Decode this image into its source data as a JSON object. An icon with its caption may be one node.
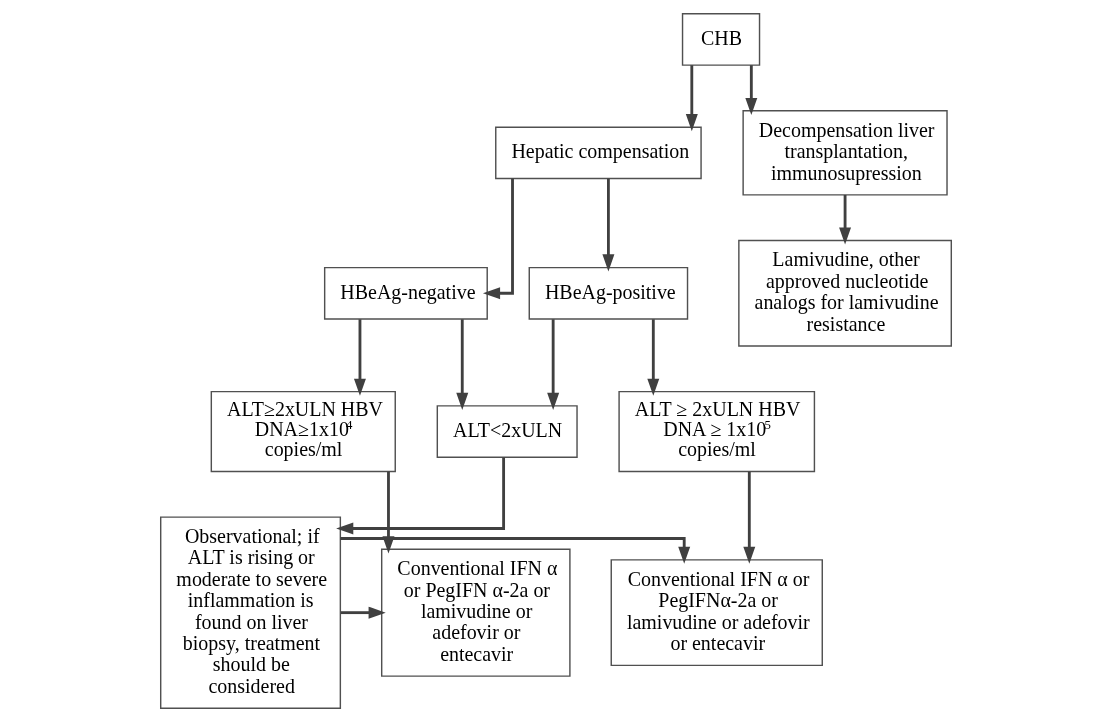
{
  "diagram": {
    "nodes": [
      {
        "text": [
          "CHB"
        ]
      },
      {
        "text": [
          "Hepatic compensation"
        ]
      },
      {
        "text": [
          "Decompensation liver transplantation, immunosupression"
        ]
      },
      {
        "text": [
          "Lamivudine, other approved nucleotide analogs for lamivudine resistance"
        ]
      },
      {
        "text": [
          "HBeAg-positive"
        ]
      },
      {
        "text": [
          "HBeAg-negative"
        ]
      },
      {
        "text": [
          "ALT<2xULN"
        ]
      },
      {
        "text": [
          "ALT ≥ 2xULN HBV DNA ≥ 1x10$^{5}$ copies/ml"
        ]
      },
      {
        "text": [
          "ALT≥2xULN HBV DNA≥1x10$^{4}$ copies/ml"
        ]
      },
      {
        "text": [
          "Conventional IFN α or PegIFNα-2a or lamivudine or adefovir or entecavir"
        ]
      },
      {
        "text": [
          "Observational; if ALT is rising or moderate to severe inflammation is found on liver biopsy, treatment should be considered"
        ]
      },
      {
        "text": [
          "Conventional IFN α or PegIFN α-2a or lamivudine or adefovir or entecavir"
        ]
      }
    ],
    "edges": [
      {
        "from": 0,
        "to": 1,
        "arrow": "to"
      },
      {
        "from": 0,
        "to": 2,
        "arrow": "to"
      },
      {
        "from": 2,
        "to": 3,
        "arrow": "to"
      },
      {
        "from": 1,
        "to": 4,
        "arrow": "to"
      },
      {
        "from": 1,
        "to": 5,
        "arrow": "to"
      },
      {
        "from": 4,
        "to": 6,
        "arrow": "to"
      },
      {
        "from": 5,
        "to": 6,
        "arrow": "to"
      },
      {
        "from": 4,
        "to": 7,
        "arrow": "to"
      },
      {
        "from": 5,
        "to": 8,
        "arrow": "to"
      },
      {
        "from": 6,
        "to": 10,
        "arrow": "to"
      },
      {
        "from": 7,
        "to": 9,
        "arrow": "to"
      },
      {
        "from": 10,
        "to": 9,
        "arrow": "to"
      },
      {
        "from": 10,
        "to": 11,
        "arrow": "to"
      },
      {
        "from": 8,
        "to": 11,
        "arrow": "to"
      }
    ]
  }
}
